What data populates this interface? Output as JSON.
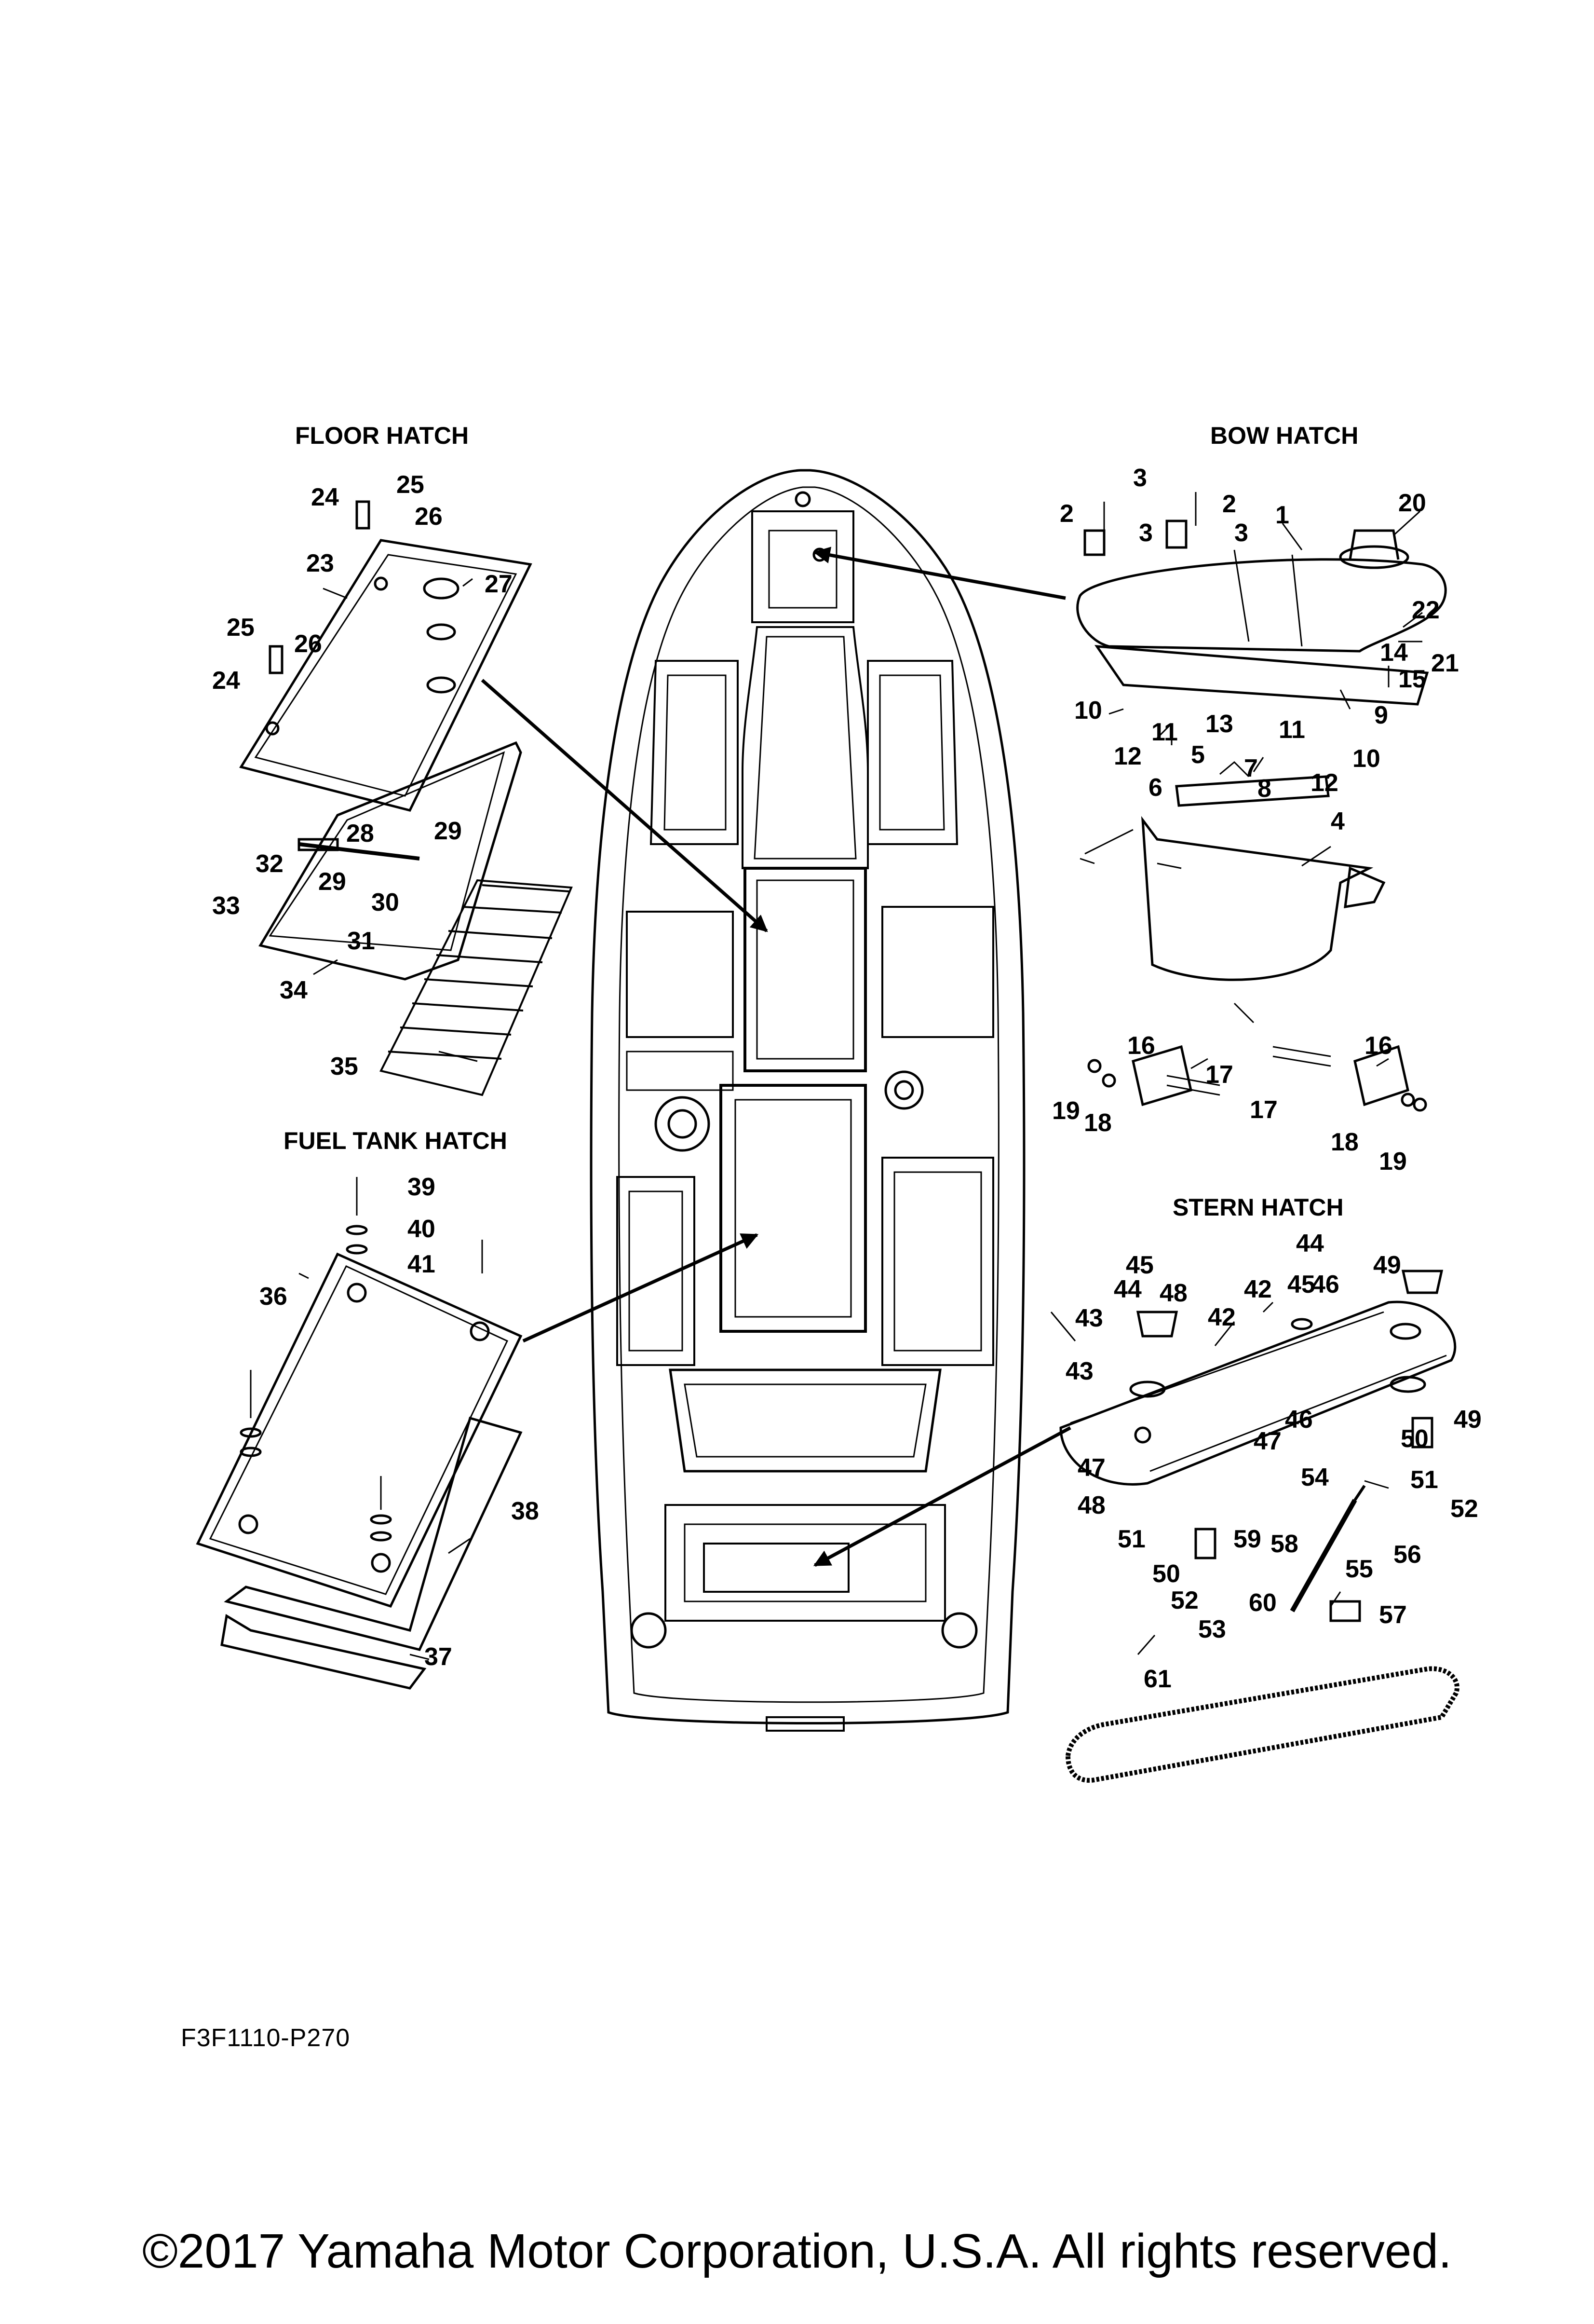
{
  "sections": {
    "floor_hatch": "FLOOR HATCH",
    "bow_hatch": "BOW HATCH",
    "fuel_tank_hatch": "FUEL TANK HATCH",
    "stern_hatch": "STERN HATCH"
  },
  "callouts": [
    {
      "id": "c1",
      "t": "1"
    },
    {
      "id": "c2a",
      "t": "2"
    },
    {
      "id": "c2b",
      "t": "2"
    },
    {
      "id": "c3a",
      "t": "3"
    },
    {
      "id": "c3b",
      "t": "3"
    },
    {
      "id": "c3c",
      "t": "3"
    },
    {
      "id": "c4",
      "t": "4"
    },
    {
      "id": "c5",
      "t": "5"
    },
    {
      "id": "c6",
      "t": "6"
    },
    {
      "id": "c7",
      "t": "7"
    },
    {
      "id": "c8",
      "t": "8"
    },
    {
      "id": "c9",
      "t": "9"
    },
    {
      "id": "c10a",
      "t": "10"
    },
    {
      "id": "c10b",
      "t": "10"
    },
    {
      "id": "c11a",
      "t": "11"
    },
    {
      "id": "c11b",
      "t": "11"
    },
    {
      "id": "c12a",
      "t": "12"
    },
    {
      "id": "c12b",
      "t": "12"
    },
    {
      "id": "c13",
      "t": "13"
    },
    {
      "id": "c14",
      "t": "14"
    },
    {
      "id": "c15",
      "t": "15"
    },
    {
      "id": "c16a",
      "t": "16"
    },
    {
      "id": "c16b",
      "t": "16"
    },
    {
      "id": "c17a",
      "t": "17"
    },
    {
      "id": "c17b",
      "t": "17"
    },
    {
      "id": "c18a",
      "t": "18"
    },
    {
      "id": "c18b",
      "t": "18"
    },
    {
      "id": "c19a",
      "t": "19"
    },
    {
      "id": "c19b",
      "t": "19"
    },
    {
      "id": "c20",
      "t": "20"
    },
    {
      "id": "c21",
      "t": "21"
    },
    {
      "id": "c22",
      "t": "22"
    },
    {
      "id": "c23",
      "t": "23"
    },
    {
      "id": "c24a",
      "t": "24"
    },
    {
      "id": "c24b",
      "t": "24"
    },
    {
      "id": "c25a",
      "t": "25"
    },
    {
      "id": "c25b",
      "t": "25"
    },
    {
      "id": "c26a",
      "t": "26"
    },
    {
      "id": "c26b",
      "t": "26"
    },
    {
      "id": "c27",
      "t": "27"
    },
    {
      "id": "c28",
      "t": "28"
    },
    {
      "id": "c29a",
      "t": "29"
    },
    {
      "id": "c29b",
      "t": "29"
    },
    {
      "id": "c30",
      "t": "30"
    },
    {
      "id": "c31",
      "t": "31"
    },
    {
      "id": "c32",
      "t": "32"
    },
    {
      "id": "c33",
      "t": "33"
    },
    {
      "id": "c34",
      "t": "34"
    },
    {
      "id": "c35",
      "t": "35"
    },
    {
      "id": "c36",
      "t": "36"
    },
    {
      "id": "c37",
      "t": "37"
    },
    {
      "id": "c38",
      "t": "38"
    },
    {
      "id": "c39",
      "t": "39"
    },
    {
      "id": "c40",
      "t": "40"
    },
    {
      "id": "c41",
      "t": "41"
    },
    {
      "id": "c42a",
      "t": "42"
    },
    {
      "id": "c42b",
      "t": "42"
    },
    {
      "id": "c43a",
      "t": "43"
    },
    {
      "id": "c43b",
      "t": "43"
    },
    {
      "id": "c44a",
      "t": "44"
    },
    {
      "id": "c44b",
      "t": "44"
    },
    {
      "id": "c45a",
      "t": "45"
    },
    {
      "id": "c45b",
      "t": "45"
    },
    {
      "id": "c46a",
      "t": "46"
    },
    {
      "id": "c46b",
      "t": "46"
    },
    {
      "id": "c47a",
      "t": "47"
    },
    {
      "id": "c47b",
      "t": "47"
    },
    {
      "id": "c48a",
      "t": "48"
    },
    {
      "id": "c48b",
      "t": "48"
    },
    {
      "id": "c49a",
      "t": "49"
    },
    {
      "id": "c49b",
      "t": "49"
    },
    {
      "id": "c50a",
      "t": "50"
    },
    {
      "id": "c50b",
      "t": "50"
    },
    {
      "id": "c51a",
      "t": "51"
    },
    {
      "id": "c51b",
      "t": "51"
    },
    {
      "id": "c52a",
      "t": "52"
    },
    {
      "id": "c52b",
      "t": "52"
    },
    {
      "id": "c53",
      "t": "53"
    },
    {
      "id": "c54",
      "t": "54"
    },
    {
      "id": "c55",
      "t": "55"
    },
    {
      "id": "c56",
      "t": "56"
    },
    {
      "id": "c57",
      "t": "57"
    },
    {
      "id": "c58",
      "t": "58"
    },
    {
      "id": "c59",
      "t": "59"
    },
    {
      "id": "c60",
      "t": "60"
    },
    {
      "id": "c61",
      "t": "61"
    }
  ],
  "figure_code": "F3F1110-P270",
  "copyright": "©2017 Yamaha Motor Corporation, U.S.A. All rights reserved."
}
